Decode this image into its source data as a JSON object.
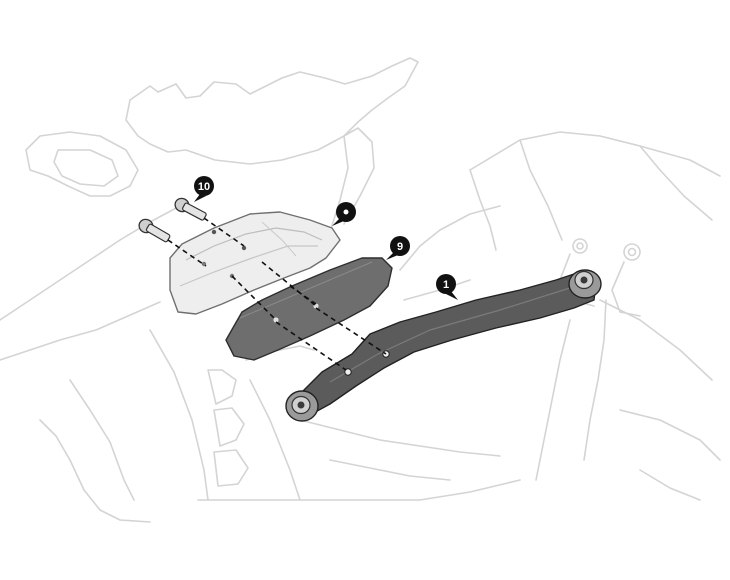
{
  "callouts": {
    "bolt": "10",
    "guard": "",
    "plate": "9",
    "bracket": "1"
  },
  "colors": {
    "background": "#ffffff",
    "ghost_outline": "#d4d4d4",
    "bracket_fill": "#5f5f5f",
    "plate_fill": "#707070",
    "guard_fill": "#eaeaea",
    "callout_fill": "#111111",
    "callout_text": "#ffffff"
  },
  "parts": [
    {
      "id": "10",
      "name": "bolt-icon"
    },
    {
      "id": "9",
      "name": "spacer-plate-icon"
    },
    {
      "id": "1",
      "name": "mounting-bracket-icon"
    },
    {
      "id": "",
      "name": "hand-guard-icon"
    }
  ]
}
